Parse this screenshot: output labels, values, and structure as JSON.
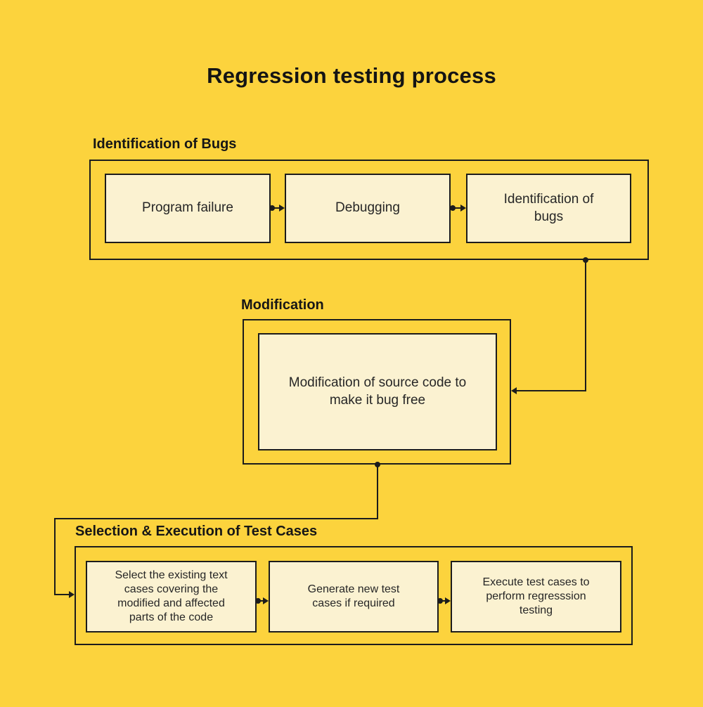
{
  "title": "Regression testing process",
  "theme": {
    "background": "#FCD33D",
    "box_fill": "#FBF2D1",
    "line_color": "#1C1C1C",
    "text_color": "#262626"
  },
  "sections": [
    {
      "label": "Identification of Bugs",
      "boxes": [
        {
          "text": "Program failure"
        },
        {
          "text": "Debugging"
        },
        {
          "text": "Identification of\nbugs"
        }
      ]
    },
    {
      "label": "Modification",
      "boxes": [
        {
          "text": "Modification of source code to\nmake it bug free"
        }
      ]
    },
    {
      "label": "Selection & Execution of Test Cases",
      "boxes": [
        {
          "text": "Select the existing text\ncases covering the\nmodified and affected\nparts of the code"
        },
        {
          "text": "Generate new test\ncases if required"
        },
        {
          "text": "Execute test cases to\nperform regresssion\ntesting"
        }
      ]
    }
  ]
}
